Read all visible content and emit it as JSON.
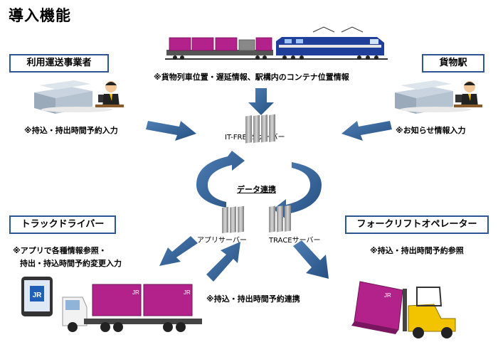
{
  "title": "導入機能",
  "roles": {
    "user_company": "利用運送事業者",
    "freight_station": "貨物駅",
    "truck_driver": "トラックドライバー",
    "forklift_operator": "フォークリフトオペレーター"
  },
  "notes": {
    "train_info": "※貨物列車位置・遅延情報、駅構内のコンテナ位置情報",
    "user_input": "※持込・持出時間予約入力",
    "station_input": "※お知らせ情報入力",
    "driver_line1": "※アプリで各種情報参照・",
    "driver_line2": "持出・持込時間予約変更入力",
    "forklift_ref": "※持込・持出時間予約参照",
    "reservation_link": "※持込・持出時間予約連携"
  },
  "servers": {
    "it_frens": "IT-FRENSサーバー",
    "app": "アプリサーバー",
    "trace": "TRACEサーバー",
    "data_link": "データ連携"
  },
  "logos": {
    "jr": "JR"
  },
  "colors": {
    "arrow": "#2e5f95",
    "container": "#b3228a",
    "locomotive": "#1f3f9a",
    "box_border": "#2f5597"
  }
}
